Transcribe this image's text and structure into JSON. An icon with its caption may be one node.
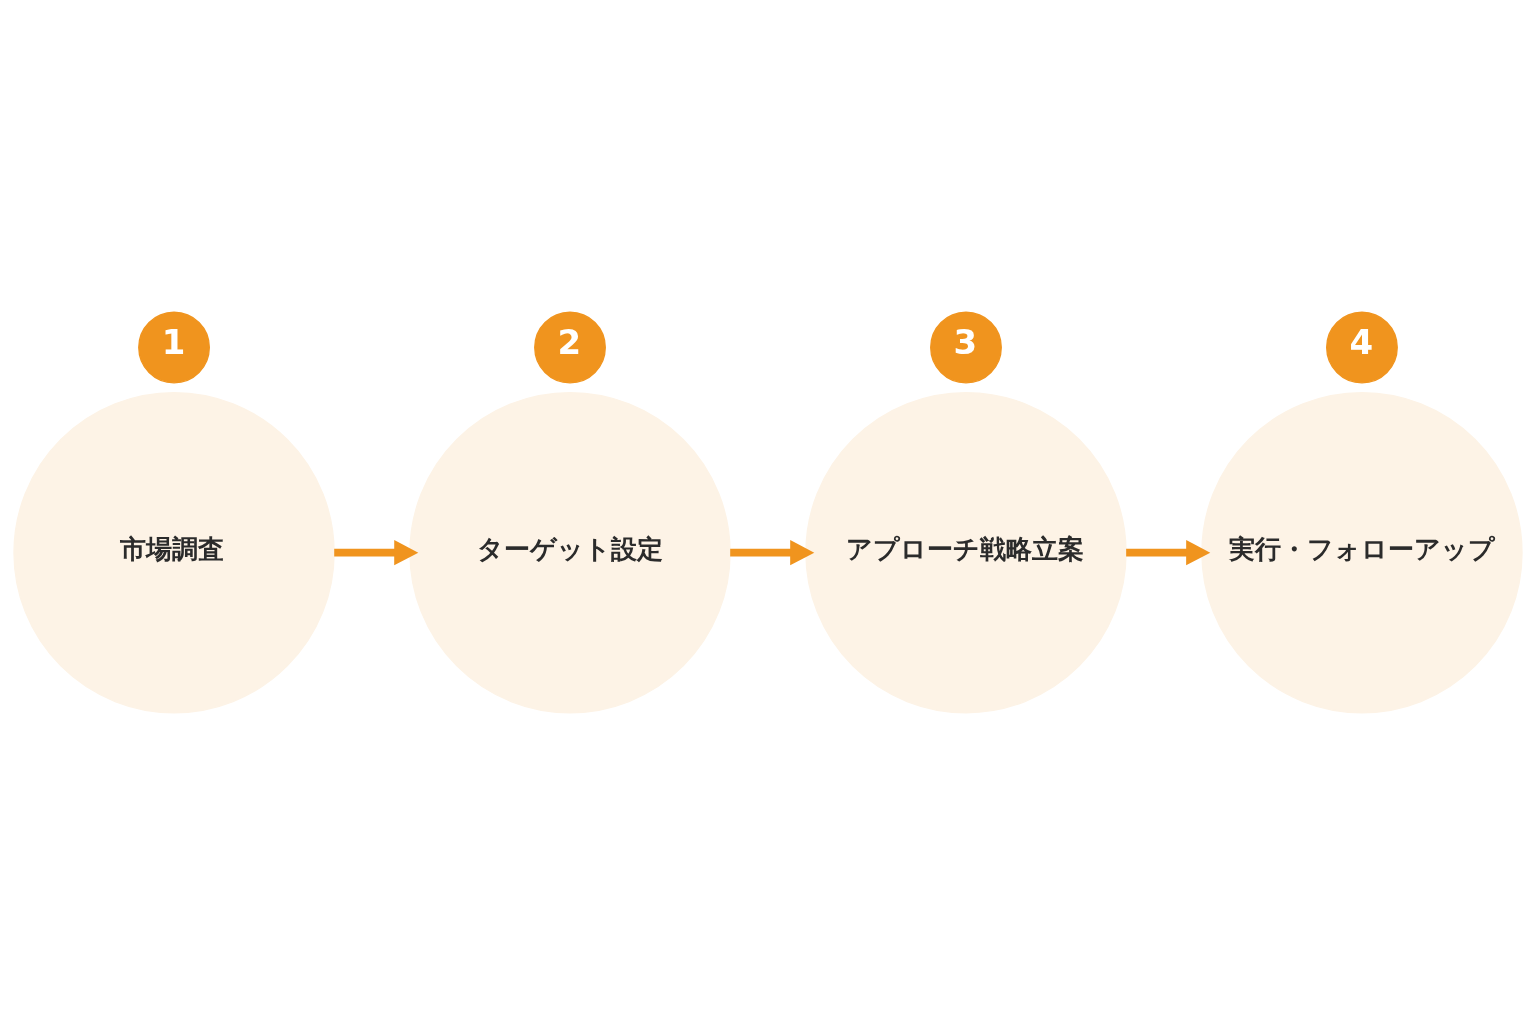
{
  "diagram": {
    "nodes": [
      {
        "text": [
          "1"
        ]
      },
      {
        "text": [
          "市場調査"
        ]
      },
      {
        "text": [
          "2"
        ]
      },
      {
        "text": [
          "ターゲット設定"
        ]
      },
      {
        "text": [
          "3"
        ]
      },
      {
        "text": [
          "アプローチ戦略立案"
        ]
      },
      {
        "text": [
          "4"
        ]
      },
      {
        "text": [
          "実行・フォローアップ"
        ]
      }
    ],
    "edges": [
      {
        "from": 1,
        "to": 3,
        "arrow": "to"
      },
      {
        "from": 3,
        "to": 5,
        "arrow": "to"
      },
      {
        "from": 5,
        "to": 7,
        "arrow": "to"
      }
    ]
  }
}
